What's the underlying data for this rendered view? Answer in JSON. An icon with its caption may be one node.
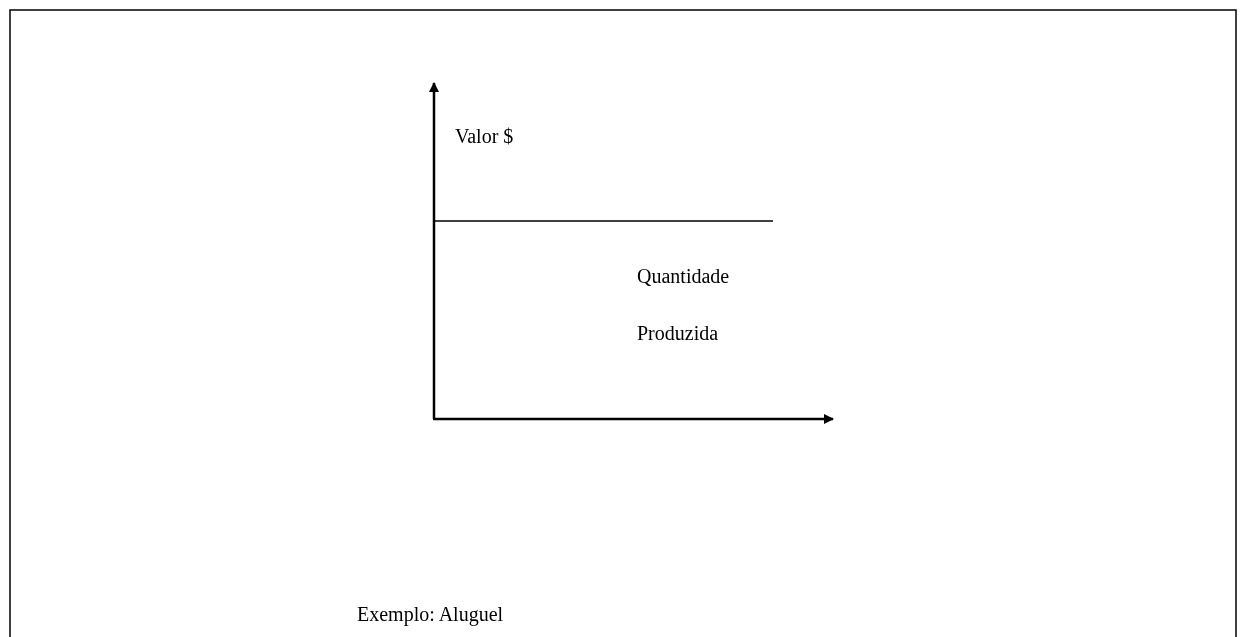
{
  "diagram": {
    "labels": [
      "Valor $",
      "Quantidade Produzida",
      "Exemplo: Aluguel"
    ]
  }
}
